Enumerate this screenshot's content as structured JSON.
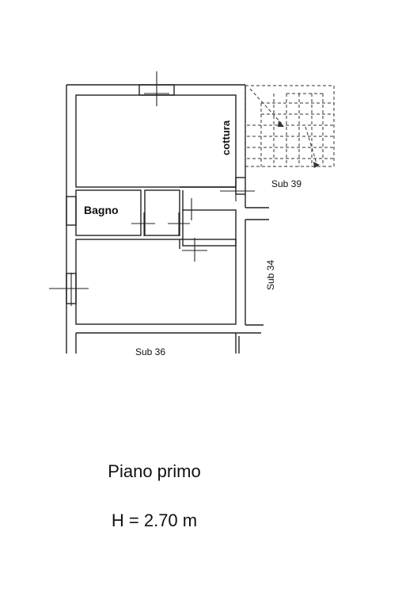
{
  "plan": {
    "rooms": {
      "cottura": "cottura",
      "bagno": "Bagno"
    },
    "neighbors": {
      "sub39": "Sub 39",
      "sub34": "Sub 34",
      "sub36": "Sub 36"
    }
  },
  "caption": {
    "floor": "Piano primo",
    "height": "H = 2.70 m"
  }
}
